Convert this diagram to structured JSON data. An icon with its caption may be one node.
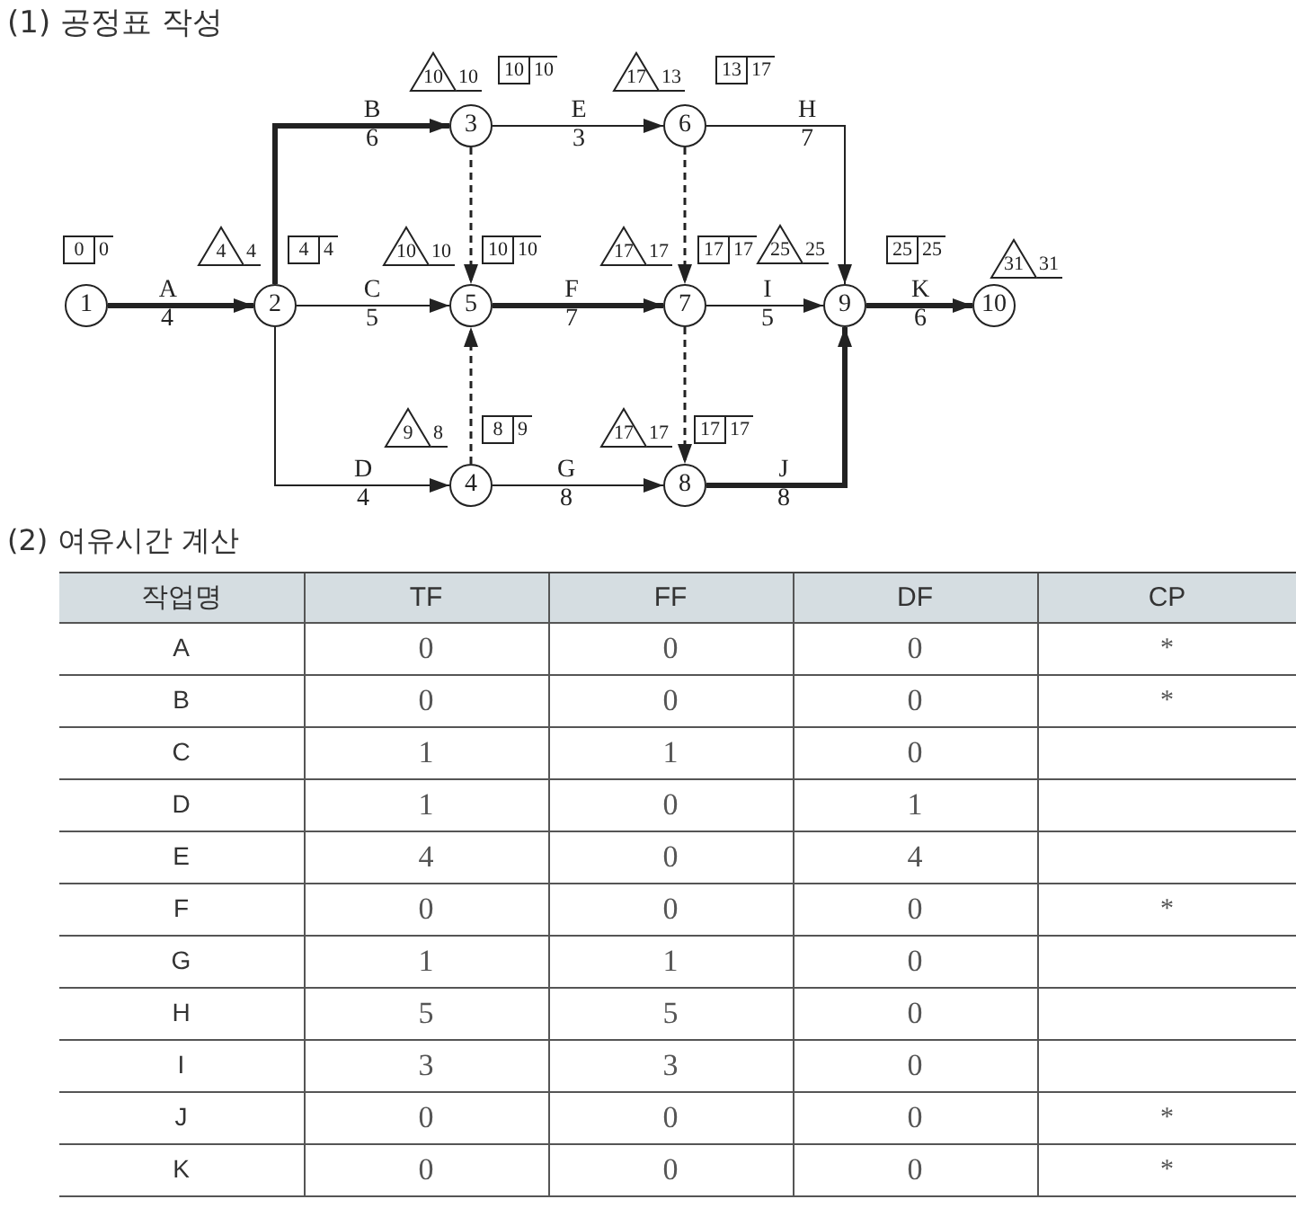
{
  "diagram": {
    "nodes": [
      {
        "text": [
          "1"
        ]
      },
      {
        "text": [
          "2"
        ]
      },
      {
        "text": [
          "3"
        ]
      },
      {
        "text": [
          "4"
        ]
      },
      {
        "text": [
          "5"
        ]
      },
      {
        "text": [
          "6"
        ]
      },
      {
        "text": [
          "7"
        ]
      },
      {
        "text": [
          "8"
        ]
      },
      {
        "text": [
          "9"
        ]
      },
      {
        "text": [
          "10"
        ]
      },
      {
        "text": [
          "0"
        ],
        "beside": [
          "0"
        ]
      },
      {
        "text": [
          "4"
        ],
        "beside": [
          "4"
        ]
      },
      {
        "text": [
          "4"
        ],
        "beside": [
          "4"
        ]
      },
      {
        "text": [
          "10"
        ],
        "beside": [
          "10"
        ]
      },
      {
        "text": [
          "10"
        ],
        "beside": [
          "10"
        ]
      },
      {
        "text": [
          "9"
        ],
        "beside": [
          "8"
        ]
      },
      {
        "text": [
          "8"
        ],
        "beside": [
          "9"
        ]
      },
      {
        "text": [
          "10"
        ],
        "beside": [
          "10"
        ]
      },
      {
        "text": [
          "10"
        ],
        "beside": [
          "10"
        ]
      },
      {
        "text": [
          "17"
        ],
        "beside": [
          "13"
        ]
      },
      {
        "text": [
          "13"
        ],
        "beside": [
          "17"
        ]
      },
      {
        "text": [
          "17"
        ],
        "beside": [
          "17"
        ]
      },
      {
        "text": [
          "17"
        ],
        "beside": [
          "17"
        ]
      },
      {
        "text": [
          "17"
        ],
        "beside": [
          "17"
        ]
      },
      {
        "text": [
          "17"
        ],
        "beside": [
          "17"
        ]
      },
      {
        "text": [
          "25"
        ],
        "beside": [
          "25"
        ]
      },
      {
        "text": [
          "25"
        ],
        "beside": [
          "25"
        ]
      },
      {
        "text": [
          "31"
        ],
        "beside": [
          "31"
        ]
      }
    ],
    "edges": [
      {
        "from": 0,
        "to": 1,
        "arrow": "to",
        "label": "A 4",
        "style": "thick"
      },
      {
        "from": 1,
        "to": 2,
        "arrow": "to",
        "label": "B 6",
        "style": "thick"
      },
      {
        "from": 1,
        "to": 4,
        "arrow": "to",
        "label": "C 5"
      },
      {
        "from": 1,
        "to": 3,
        "arrow": "to",
        "label": "D 4"
      },
      {
        "from": 2,
        "to": 5,
        "arrow": "to",
        "label": "E 3"
      },
      {
        "from": 2,
        "to": 4,
        "arrow": "to",
        "style": "dashed"
      },
      {
        "from": 3,
        "to": 4,
        "arrow": "to",
        "style": "dashed"
      },
      {
        "from": 4,
        "to": 6,
        "arrow": "to",
        "label": "F 7",
        "style": "thick"
      },
      {
        "from": 5,
        "to": 6,
        "arrow": "to",
        "style": "dashed"
      },
      {
        "from": 3,
        "to": 7,
        "arrow": "to",
        "label": "G 8"
      },
      {
        "from": 5,
        "to": 8,
        "arrow": "to",
        "label": "H 7"
      },
      {
        "from": 6,
        "to": 8,
        "arrow": "to",
        "label": "I 5"
      },
      {
        "from": 6,
        "to": 7,
        "arrow": "to",
        "style": "dashed"
      },
      {
        "from": 7,
        "to": 8,
        "arrow": "to",
        "label": "J 8",
        "style": "thick"
      },
      {
        "from": 8,
        "to": 9,
        "arrow": "to",
        "label": "K 6",
        "style": "thick"
      }
    ],
    "labels": [
      "(1) 공정표 작성",
      "(2) 여유시간 계산",
      "작업명",
      "TF",
      "FF",
      "DF",
      "CP",
      "A",
      "0",
      "0",
      "0",
      "*",
      "B",
      "0",
      "0",
      "0",
      "*",
      "C",
      "1",
      "1",
      "0",
      "D",
      "1",
      "0",
      "1",
      "E",
      "4",
      "0",
      "4",
      "F",
      "0",
      "0",
      "0",
      "*",
      "G",
      "1",
      "1",
      "0",
      "H",
      "5",
      "5",
      "0",
      "I",
      "3",
      "3",
      "0",
      "J",
      "0",
      "0",
      "0",
      "*",
      "K",
      "0",
      "0",
      "0",
      "*"
    ]
  }
}
